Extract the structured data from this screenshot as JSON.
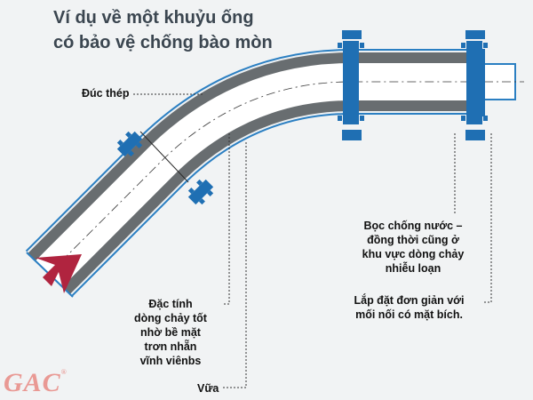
{
  "title": {
    "line1": "Ví dụ về một khuỷu ống",
    "line2": "có bảo vệ chống bào mòn"
  },
  "labels": {
    "steel": "Đúc thép",
    "waterproof": [
      "Bọc chống nước –",
      "đồng thời cũng ở",
      "khu vực dòng chảy",
      "nhiễu loạn"
    ],
    "install": [
      "Lắp đặt đơn giản với",
      "mối nối có mặt bích."
    ],
    "flow": [
      "Đặc tính",
      "dòng chảy tốt",
      "nhờ bề mặt",
      "trơn nhẵn",
      "vĩnh viênbs"
    ],
    "mortar": "Vữa"
  },
  "logo": {
    "text": "GAC",
    "mark": "®"
  },
  "colors": {
    "outer_blue": "#2b7fc2",
    "steel_gray": "#6a6e71",
    "lining": "#ffffff",
    "arrow": "#b0243f",
    "background": "#f1f3f4"
  },
  "icons": {
    "flow_arrow": "flow-direction-arrow",
    "flange": "flange-bolt-icon"
  }
}
